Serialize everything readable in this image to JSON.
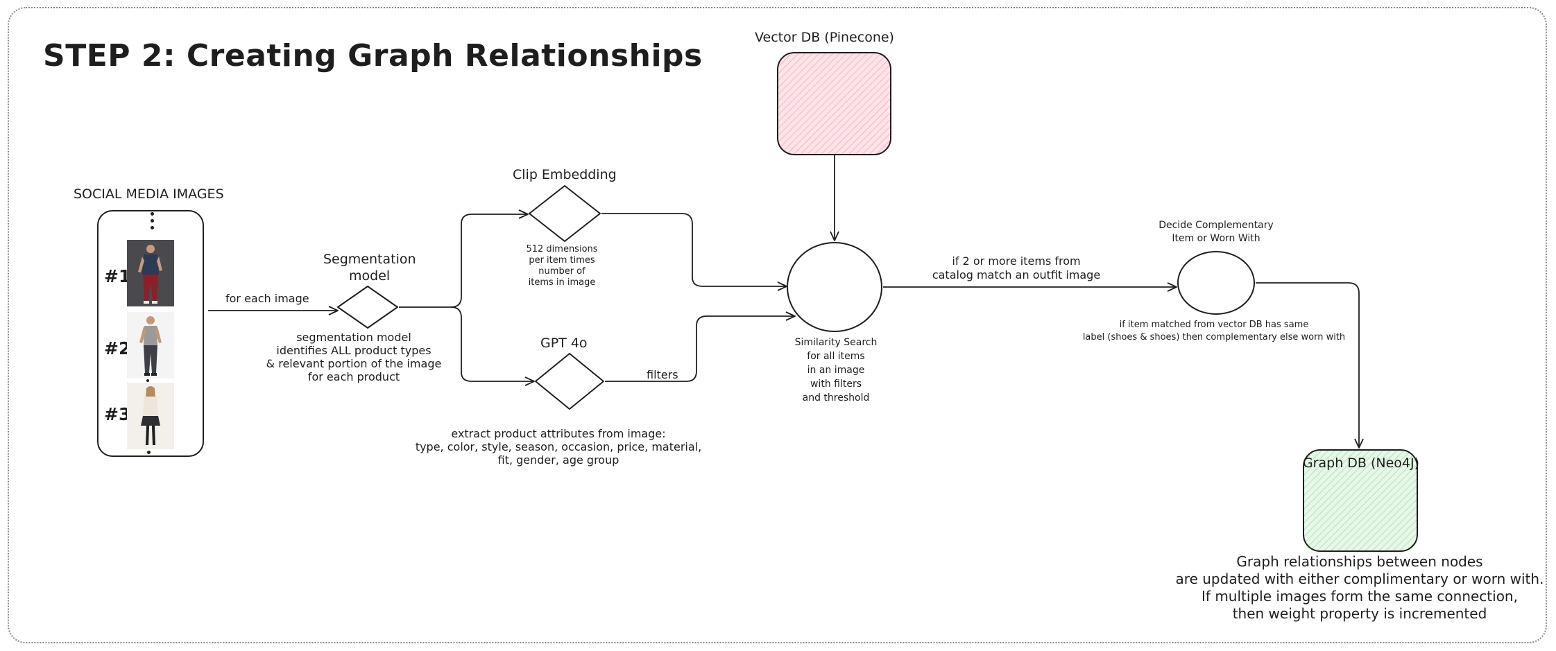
{
  "diagram": {
    "title": "STEP 2: Creating Graph Relationships",
    "social_media": {
      "heading": "SOCIAL MEDIA IMAGES",
      "items": [
        "#1",
        "#2",
        "#3"
      ]
    },
    "edges": {
      "for_each_image": "for each image",
      "filters": "filters",
      "catalog_match_line1": "if 2 or more items from",
      "catalog_match_line2": "catalog match an outfit image"
    },
    "segmentation": {
      "label_line1": "Segmentation",
      "label_line2": "model",
      "desc": [
        "segmentation model",
        "identifies ALL product types",
        "& relevant portion of the image",
        "for each product"
      ]
    },
    "clip": {
      "label": "Clip Embedding",
      "desc": [
        "512 dimensions",
        "per item times",
        "number of",
        "items in image"
      ]
    },
    "gpt": {
      "label": "GPT 4o",
      "desc": [
        "extract product attributes from image:",
        "type, color, style, season, occasion, price, material,",
        "fit, gender, age group"
      ]
    },
    "vector_db": {
      "label": "Vector DB (Pinecone)"
    },
    "similarity": {
      "desc": [
        "Similarity Search",
        "for all items",
        "in an image",
        "with filters",
        "and threshold"
      ]
    },
    "decide": {
      "label_line1": "Decide Complementary",
      "label_line2": "Item or Worn With",
      "desc": [
        "if item matched from vector DB has same",
        "label (shoes & shoes) then complementary else worn with"
      ]
    },
    "graph_db": {
      "label": "Graph DB (Neo4J)",
      "desc": [
        "Graph relationships between nodes",
        "are updated with either complimentary or worn with.",
        "If multiple images form the same connection,",
        "then weight property is incremented"
      ]
    },
    "colors": {
      "stroke": "#1e1e1e",
      "vector_db_fill": "#ffe3e8",
      "vector_db_hatch": "#f2a7b4",
      "graph_db_fill": "#e6f8e8",
      "graph_db_hatch": "#a7d9ad"
    }
  }
}
